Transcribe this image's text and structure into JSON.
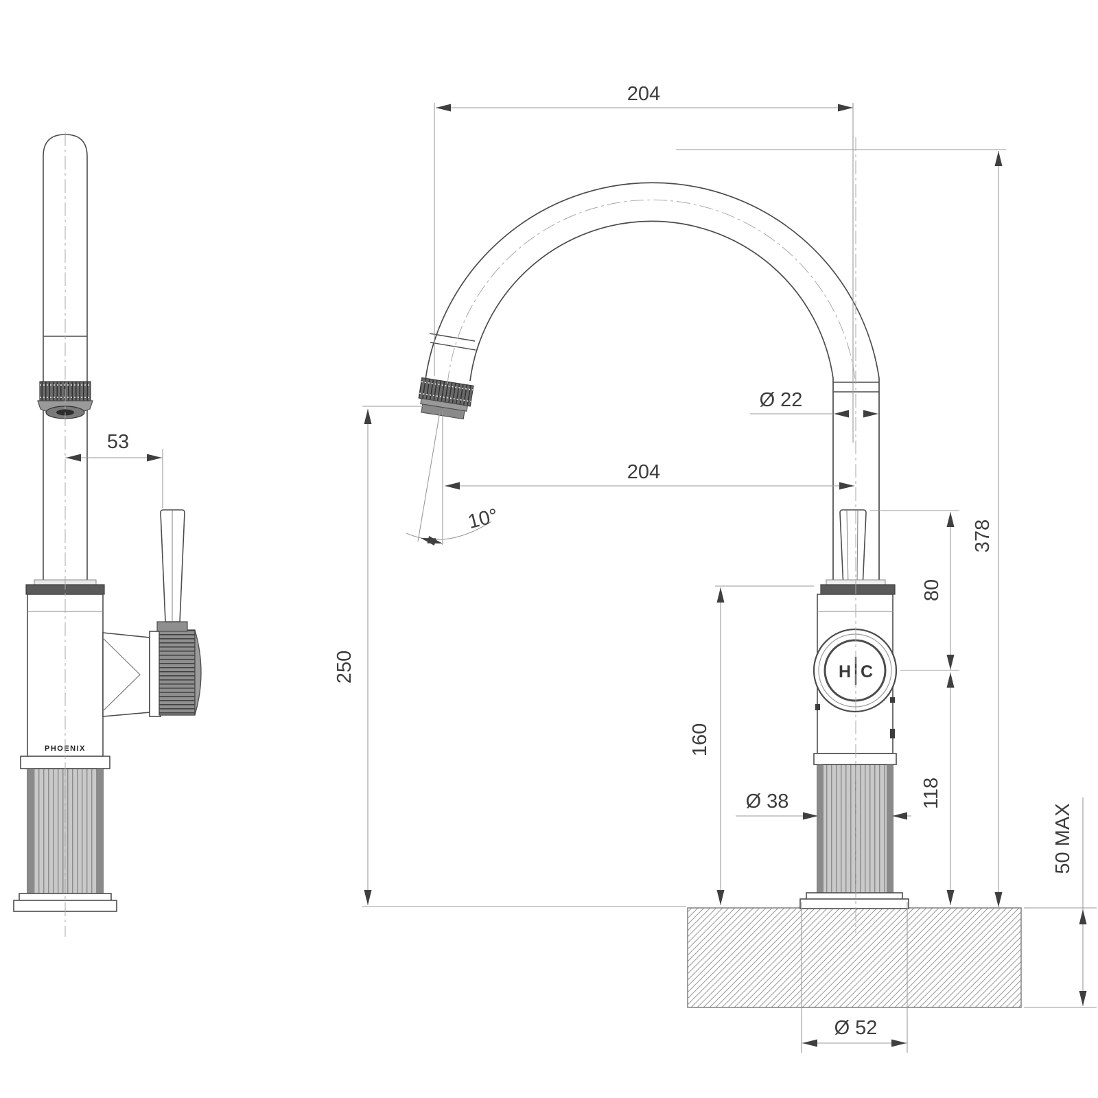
{
  "drawing": {
    "brand": "PHOENIX",
    "dial": {
      "hot": "H",
      "cold": "C"
    },
    "colors": {
      "line": "#4c4c4c",
      "dimension_line": "#9a9a9a",
      "text": "#3d3d3d",
      "metal_dark": "#6a6a6a",
      "metal_mid": "#8f8f8f",
      "metal_light": "#c9c9c9",
      "hatch": "#9a9a9a"
    },
    "dimensions": {
      "top_width": "204",
      "spout_reach": "204",
      "spout_diameter": "Ø 22",
      "outlet_angle": "10°",
      "outlet_height": "250",
      "body_top_height": "160",
      "lever_above_dial": "80",
      "overall_height": "378",
      "dial_above_bench": "118",
      "shank_diameter": "Ø 38",
      "flange_diameter": "Ø 52",
      "bench_thickness_max": "50 MAX",
      "handle_offset": "53"
    }
  }
}
